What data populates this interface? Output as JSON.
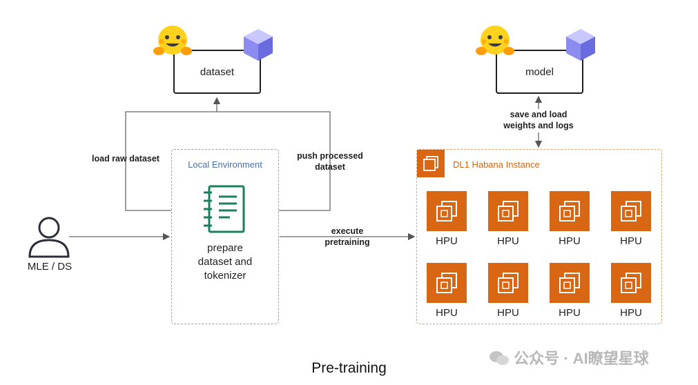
{
  "nodes": {
    "dataset": "dataset",
    "model": "model",
    "local_env_title": "Local Environment",
    "prepare": "prepare\ndataset and\ntokenizer",
    "user": "MLE / DS",
    "instance_title": "DL1 Habana Instance",
    "hpus": [
      "HPU",
      "HPU",
      "HPU",
      "HPU",
      "HPU",
      "HPU",
      "HPU",
      "HPU"
    ]
  },
  "edges": {
    "load_raw": "load raw dataset",
    "push_processed": "push processed\ndataset",
    "save_load": "save and load\nweights and logs",
    "execute": "execute\npretraining"
  },
  "caption": "Pre-training",
  "watermark": "公众号 · AI瞭望星球",
  "colors": {
    "accent_orange": "#d86613",
    "dashed_orange": "#e8a070",
    "env_title_blue": "#4a6fa5",
    "instance_title_orange": "#d86613",
    "notebook_green": "#1a7f5a",
    "cube_purple": "#8c8cf0",
    "emoji_yellow": "#ffd21e"
  },
  "icons": {
    "huggingface": "hugging-face-emoji-icon",
    "cube": "cube-icon",
    "notebook": "notebook-icon",
    "user": "user-icon",
    "chip": "chip-icon",
    "wechat": "wechat-icon"
  }
}
